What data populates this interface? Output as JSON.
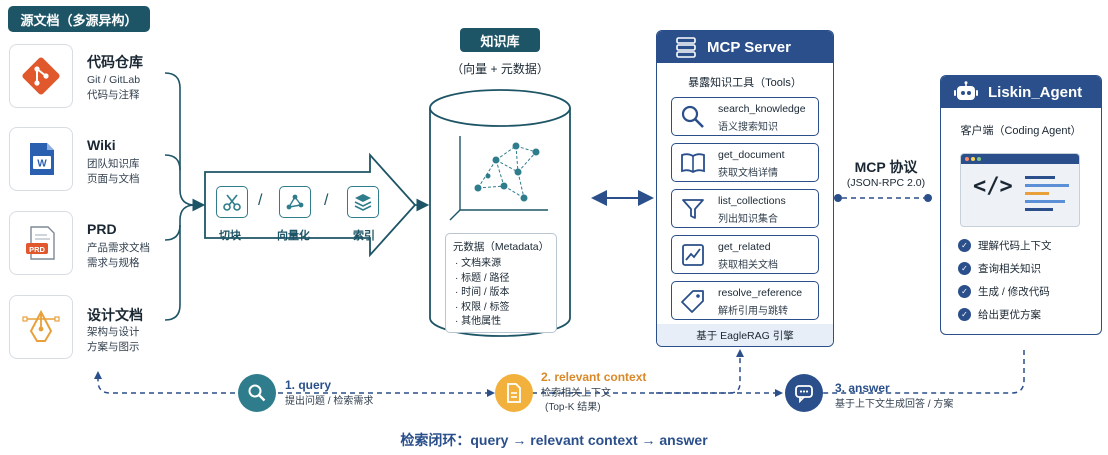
{
  "sources": {
    "header": "源文档（多源异构）",
    "items": [
      {
        "title": "代码仓库",
        "sub1": "Git / GitLab",
        "sub2": "代码与注释",
        "badge": ""
      },
      {
        "title": "Wiki",
        "sub1": "团队知识库",
        "sub2": "页面与文档",
        "badge": "W"
      },
      {
        "title": "PRD",
        "sub1": "产品需求文档",
        "sub2": "需求与规格",
        "badge": "PRD"
      },
      {
        "title": "设计文档",
        "sub1": "架构与设计",
        "sub2": "方案与图示",
        "badge": ""
      }
    ]
  },
  "pipeline": {
    "steps": [
      "切块",
      "向量化",
      "索引"
    ],
    "separator": "/"
  },
  "knowledge_base": {
    "title": "知识库",
    "subtitle": "（向量 + 元数据）",
    "meta_title": "元数据（Metadata）",
    "meta_items": [
      "· 文档来源",
      "· 标题 / 路径",
      "· 时间 / 版本",
      "· 权限 / 标签",
      "· 其他属性"
    ]
  },
  "mcp_server": {
    "title": "MCP Server",
    "subtitle": "暴露知识工具（Tools）",
    "tools": [
      {
        "name": "search_knowledge",
        "desc": "语义搜索知识",
        "icon": "magnifier-icon"
      },
      {
        "name": "get_document",
        "desc": "获取文档详情",
        "icon": "book-icon"
      },
      {
        "name": "list_collections",
        "desc": "列出知识集合",
        "icon": "filter-icon"
      },
      {
        "name": "get_related",
        "desc": "获取相关文档",
        "icon": "chart-icon"
      },
      {
        "name": "resolve_reference",
        "desc": "解析引用与跳转",
        "icon": "tag-icon"
      }
    ],
    "footer": "基于 EagleRAG 引擎"
  },
  "protocol": {
    "title": "MCP 协议",
    "sub": "(JSON-RPC 2.0)"
  },
  "agent": {
    "title": "Liskin_Agent",
    "subtitle": "客户端（Coding Agent）",
    "code_glyph": "</>",
    "items": [
      "理解代码上下文",
      "查询相关知识",
      "生成 / 修改代码",
      "给出更优方案"
    ]
  },
  "loop": {
    "steps": [
      {
        "title": "1. query",
        "sub1": "提出问题 / 检索需求",
        "sub2": ""
      },
      {
        "title": "2. relevant context",
        "sub1": "检索相关上下文",
        "sub2": "(Top-K 结果)"
      },
      {
        "title": "3. answer",
        "sub1": "基于上下文生成回答 / 方案",
        "sub2": ""
      }
    ],
    "caption": "检索闭环：query → relevant context → answer"
  },
  "colors": {
    "dark_teal": "#1e5566",
    "navy": "#2a4f8a",
    "orange": "#e8a13a",
    "teal_icon": "#2f7d8c"
  }
}
